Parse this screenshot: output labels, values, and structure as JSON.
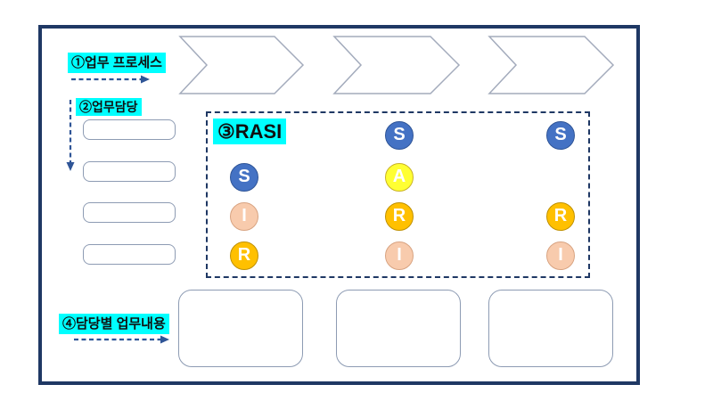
{
  "labels": {
    "step1": "①업무 프로세스",
    "step2": "②업무담당",
    "step3": "③RASI",
    "step4": "④담당별 업무내용"
  },
  "colors": {
    "highlight": "#00ffff",
    "frame_border": "#1f3864",
    "arrow_blue": "#2f5597",
    "shape_border": "#8d9bb3",
    "shape_border_light": "#a3abbc",
    "s_fill": "#4472c4",
    "s_border": "#2f5597",
    "a_fill": "#ffff33",
    "a_border": "#c9b226",
    "r_fill": "#ffc000",
    "r_border": "#bf9000",
    "i_fill": "#f8cbad",
    "i_border": "#d8a381"
  },
  "rasi": {
    "cells": [
      {
        "col": 1,
        "row": 0,
        "letter": "S",
        "kind": "s"
      },
      {
        "col": 2,
        "row": 0,
        "letter": "S",
        "kind": "s"
      },
      {
        "col": 0,
        "row": 1,
        "letter": "S",
        "kind": "s"
      },
      {
        "col": 1,
        "row": 1,
        "letter": "A",
        "kind": "a"
      },
      {
        "col": 0,
        "row": 2,
        "letter": "I",
        "kind": "i"
      },
      {
        "col": 1,
        "row": 2,
        "letter": "R",
        "kind": "r"
      },
      {
        "col": 2,
        "row": 2,
        "letter": "R",
        "kind": "r"
      },
      {
        "col": 0,
        "row": 3,
        "letter": "R",
        "kind": "r"
      },
      {
        "col": 1,
        "row": 3,
        "letter": "I",
        "kind": "i"
      },
      {
        "col": 2,
        "row": 3,
        "letter": "I",
        "kind": "i"
      }
    ]
  }
}
